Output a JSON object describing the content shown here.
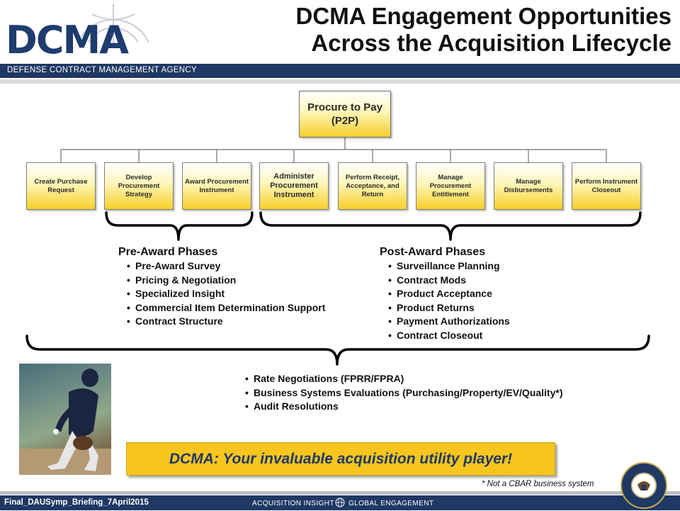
{
  "header": {
    "logo_text": "DCMA",
    "title_line1": "DCMA Engagement Opportunities",
    "title_line2": "Across the Acquisition Lifecycle",
    "agency": "DEFENSE CONTRACT MANAGEMENT AGENCY"
  },
  "diagram": {
    "root_line1": "Procure to Pay",
    "root_line2": "(P2P)",
    "stages": [
      {
        "line1": "Create Purchase",
        "line2": "Request"
      },
      {
        "line1": "Develop Procurement",
        "line2": "Strategy"
      },
      {
        "line1": "Award Procurement",
        "line2": "Instrument"
      },
      {
        "line1": "Administer",
        "line2": "Procurement",
        "line3": "Instrument"
      },
      {
        "line1": "Perform Receipt,",
        "line2": "Acceptance, and Return"
      },
      {
        "line1": "Manage Procurement",
        "line2": "Entitlement"
      },
      {
        "line1": "Manage Disbursements"
      },
      {
        "line1": "Perform Instrument",
        "line2": "Closeout"
      }
    ]
  },
  "pre_award": {
    "title": "Pre-Award Phases",
    "items": [
      "Pre-Award Survey",
      "Pricing & Negotiation",
      "Specialized Insight",
      "Commercial Item Determination Support",
      "Contract Structure"
    ]
  },
  "post_award": {
    "title": "Post-Award Phases",
    "items": [
      "Surveillance Planning",
      "Contract Mods",
      "Product Acceptance",
      "Product Returns",
      "Payment Authorizations",
      "Contract Closeout"
    ]
  },
  "lifecycle": {
    "items": [
      "Rate Negotiations (FPRR/FPRA)",
      "Business Systems Evaluations (Purchasing/Property/EV/Quality*)",
      "Audit Resolutions"
    ]
  },
  "banner": "DCMA: Your invaluable acquisition utility player!",
  "footnote": "* Not a CBAR business system",
  "footer": {
    "file": "Final_DAUSymp_Briefing_7April2015",
    "tag_a": "ACQUISITION INSIGHT",
    "tag_b": "GLOBAL ENGAGEMENT"
  },
  "colors": {
    "navy": "#1f3864",
    "gold": "#f7c51e"
  }
}
